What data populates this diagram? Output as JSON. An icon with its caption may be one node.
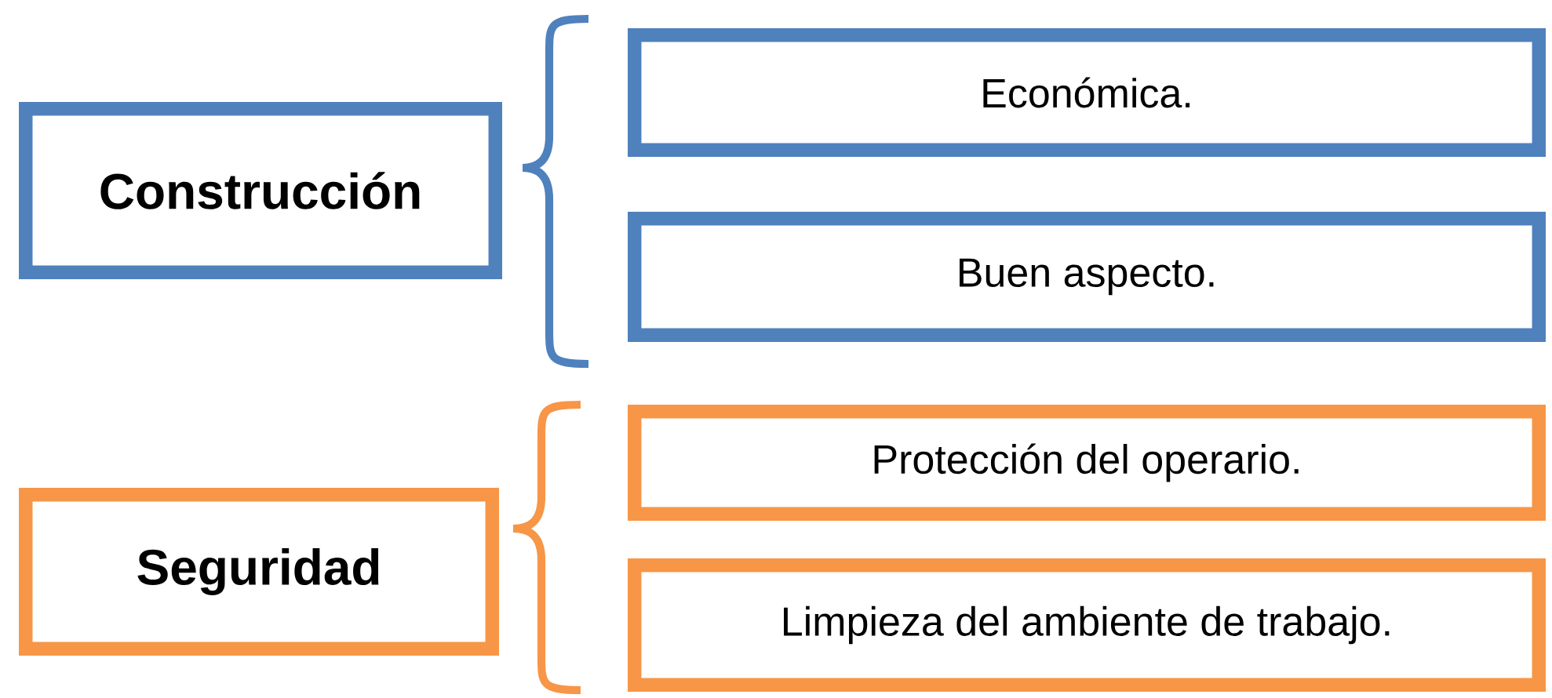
{
  "diagram": {
    "nodes": [
      {
        "text": [
          "Construcción"
        ]
      },
      {
        "text": [
          "Económica."
        ]
      },
      {
        "text": [
          "Buen aspecto."
        ]
      },
      {
        "text": [
          "Seguridad"
        ]
      },
      {
        "text": [
          "Protección del operario."
        ]
      },
      {
        "text": [
          "Limpieza del ambiente de trabajo."
        ]
      }
    ]
  }
}
